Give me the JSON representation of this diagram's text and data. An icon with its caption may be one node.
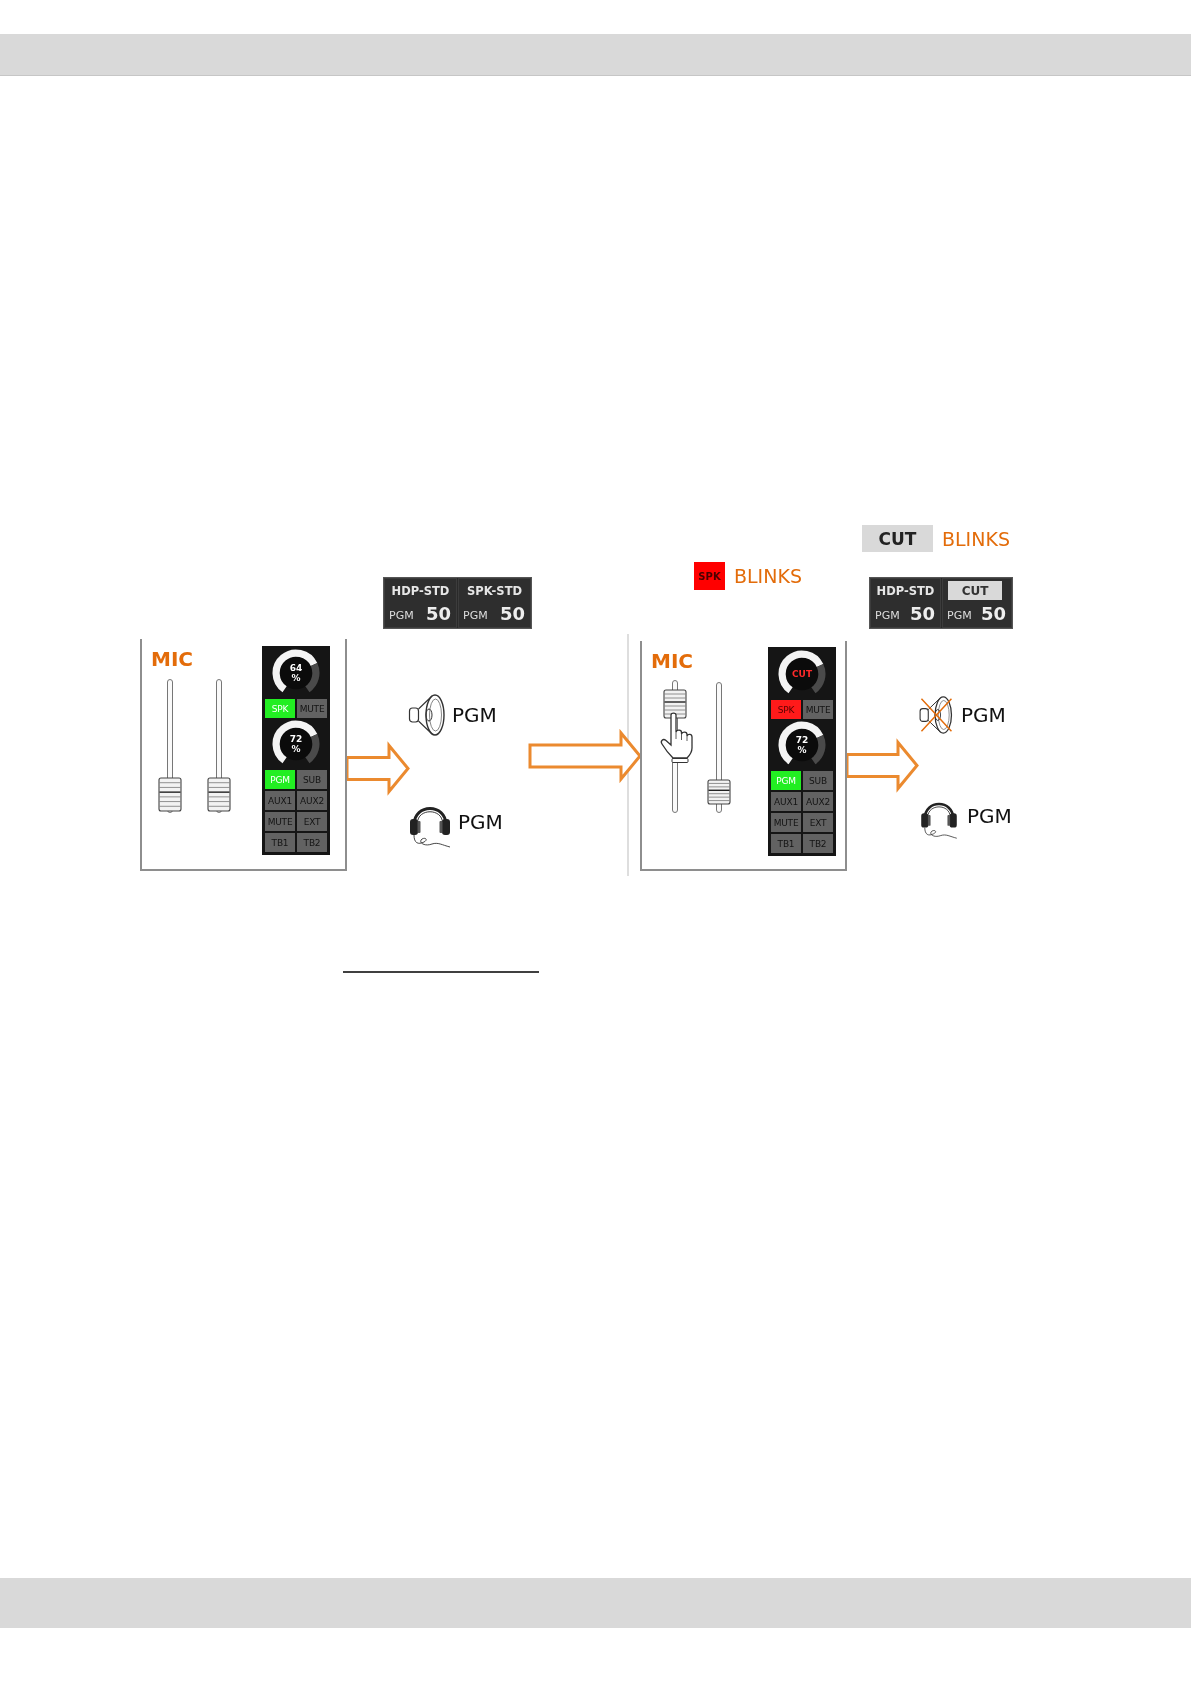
{
  "diagram": {
    "nodes": [
      {
        "text": [],
        "shape": "box"
      },
      {
        "text": [
          "HDP-STD",
          "PGM",
          "50"
        ],
        "in": 0
      },
      {
        "text": [
          "SPK-STD",
          "PGM",
          "50"
        ],
        "in": 0
      },
      {
        "text": [
          "MIC"
        ]
      },
      {
        "text": [],
        "shape": "box",
        "in": 3
      },
      {
        "text": [
          "64 %"
        ],
        "in": 4
      },
      {
        "text": [
          "SPK"
        ],
        "in": 4
      },
      {
        "text": [
          "MUTE"
        ],
        "in": 4
      },
      {
        "text": [
          "72 %"
        ],
        "in": 4
      },
      {
        "text": [
          "PGM"
        ],
        "in": 4
      },
      {
        "text": [
          "SUB"
        ],
        "in": 4
      },
      {
        "text": [
          "AUX1"
        ],
        "in": 4
      },
      {
        "text": [
          "AUX2"
        ],
        "in": 4
      },
      {
        "text": [
          "MUTE"
        ],
        "in": 4
      },
      {
        "text": [
          "EXT"
        ],
        "in": 4
      },
      {
        "text": [
          "TB1"
        ],
        "in": 4
      },
      {
        "text": [
          "TB2"
        ],
        "in": 4
      },
      {
        "text": [
          "PGM"
        ]
      },
      {
        "text": [
          "PGM"
        ]
      },
      {
        "text": [
          "CUT"
        ],
        "beside": [
          "BLINKS"
        ]
      },
      {
        "text": [
          "SPK"
        ],
        "beside": [
          "BLINKS"
        ]
      },
      {
        "text": [],
        "shape": "box"
      },
      {
        "text": [
          "HDP-STD",
          "PGM",
          "50"
        ],
        "in": 21
      },
      {
        "text": [
          "PGM",
          "50"
        ],
        "in": 21
      },
      {
        "text": [
          "CUT"
        ],
        "in": 23
      },
      {
        "text": [
          "MIC"
        ]
      },
      {
        "text": [],
        "shape": "box",
        "in": 25
      },
      {
        "text": [
          "CUT"
        ],
        "in": 26
      },
      {
        "text": [
          "SPK"
        ],
        "in": 26
      },
      {
        "text": [
          "MUTE"
        ],
        "in": 26
      },
      {
        "text": [
          "72 %"
        ],
        "in": 26
      },
      {
        "text": [
          "PGM"
        ],
        "in": 26
      },
      {
        "text": [
          "SUB"
        ],
        "in": 26
      },
      {
        "text": [
          "AUX1"
        ],
        "in": 26
      },
      {
        "text": [
          "AUX2"
        ],
        "in": 26
      },
      {
        "text": [
          "MUTE"
        ],
        "in": 26
      },
      {
        "text": [
          "EXT"
        ],
        "in": 26
      },
      {
        "text": [
          "TB1"
        ],
        "in": 26
      },
      {
        "text": [
          "TB2"
        ],
        "in": 26
      },
      {
        "text": [
          "PGM"
        ]
      },
      {
        "text": [
          "PGM"
        ]
      }
    ],
    "edges": [
      {
        "from": 3,
        "to": 17,
        "arrow": "to"
      },
      {
        "from": 3,
        "to": 18,
        "arrow": "to"
      },
      {
        "from": null,
        "to": 25,
        "arrow": "to"
      },
      {
        "from": 25,
        "to": 39,
        "arrow": "to"
      },
      {
        "from": 25,
        "to": 40,
        "arrow": "to"
      }
    ]
  }
}
